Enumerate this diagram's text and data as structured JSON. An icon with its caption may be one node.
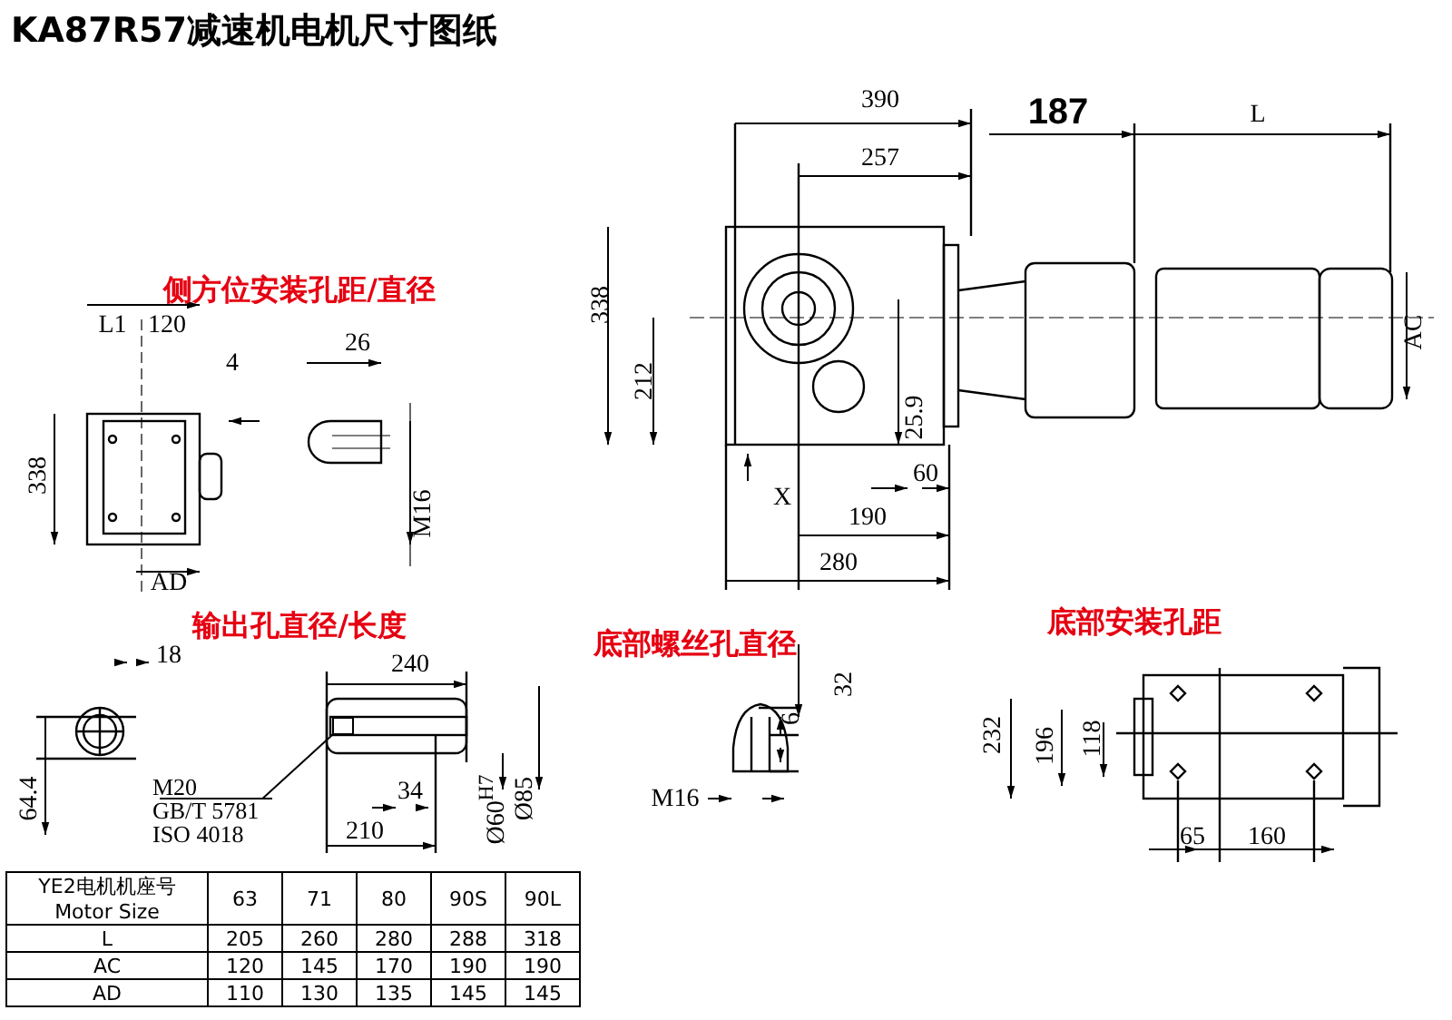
{
  "diagram": {
    "title": "KA87R57减速机电机尺寸图纸",
    "nodes": [
      {
        "text": [
          "M20",
          "GB/T 5781",
          "ISO 4018"
        ]
      },
      {
        "text": [],
        "shape": "box"
      }
    ],
    "edges": [
      {
        "from": 0,
        "to": 1,
        "arrow": "none"
      }
    ],
    "labels": [
      "侧方位安装孔距/直径",
      "L1",
      "120",
      "4",
      "338",
      "AD",
      "26",
      "M16",
      "390",
      "187",
      "L",
      "257",
      "338",
      "212",
      "AC",
      "25.9",
      "X",
      "60",
      "190",
      "280",
      "输出孔直径/长度",
      "底部螺丝孔直径",
      "底部安装孔距",
      "18",
      "240",
      "32",
      "232",
      "196",
      "118",
      "6",
      "64.4",
      "34",
      "Ø60$^{H7}$",
      "Ø85",
      "M16",
      "210",
      "65",
      "160",
      "YE2电机机座号 Motor Size",
      "63",
      "71",
      "80",
      "90S",
      "90L",
      "L",
      "205",
      "260",
      "280",
      "288",
      "318",
      "AC",
      "120",
      "145",
      "170",
      "190",
      "190",
      "AD",
      "110",
      "130",
      "135",
      "145",
      "145"
    ]
  }
}
